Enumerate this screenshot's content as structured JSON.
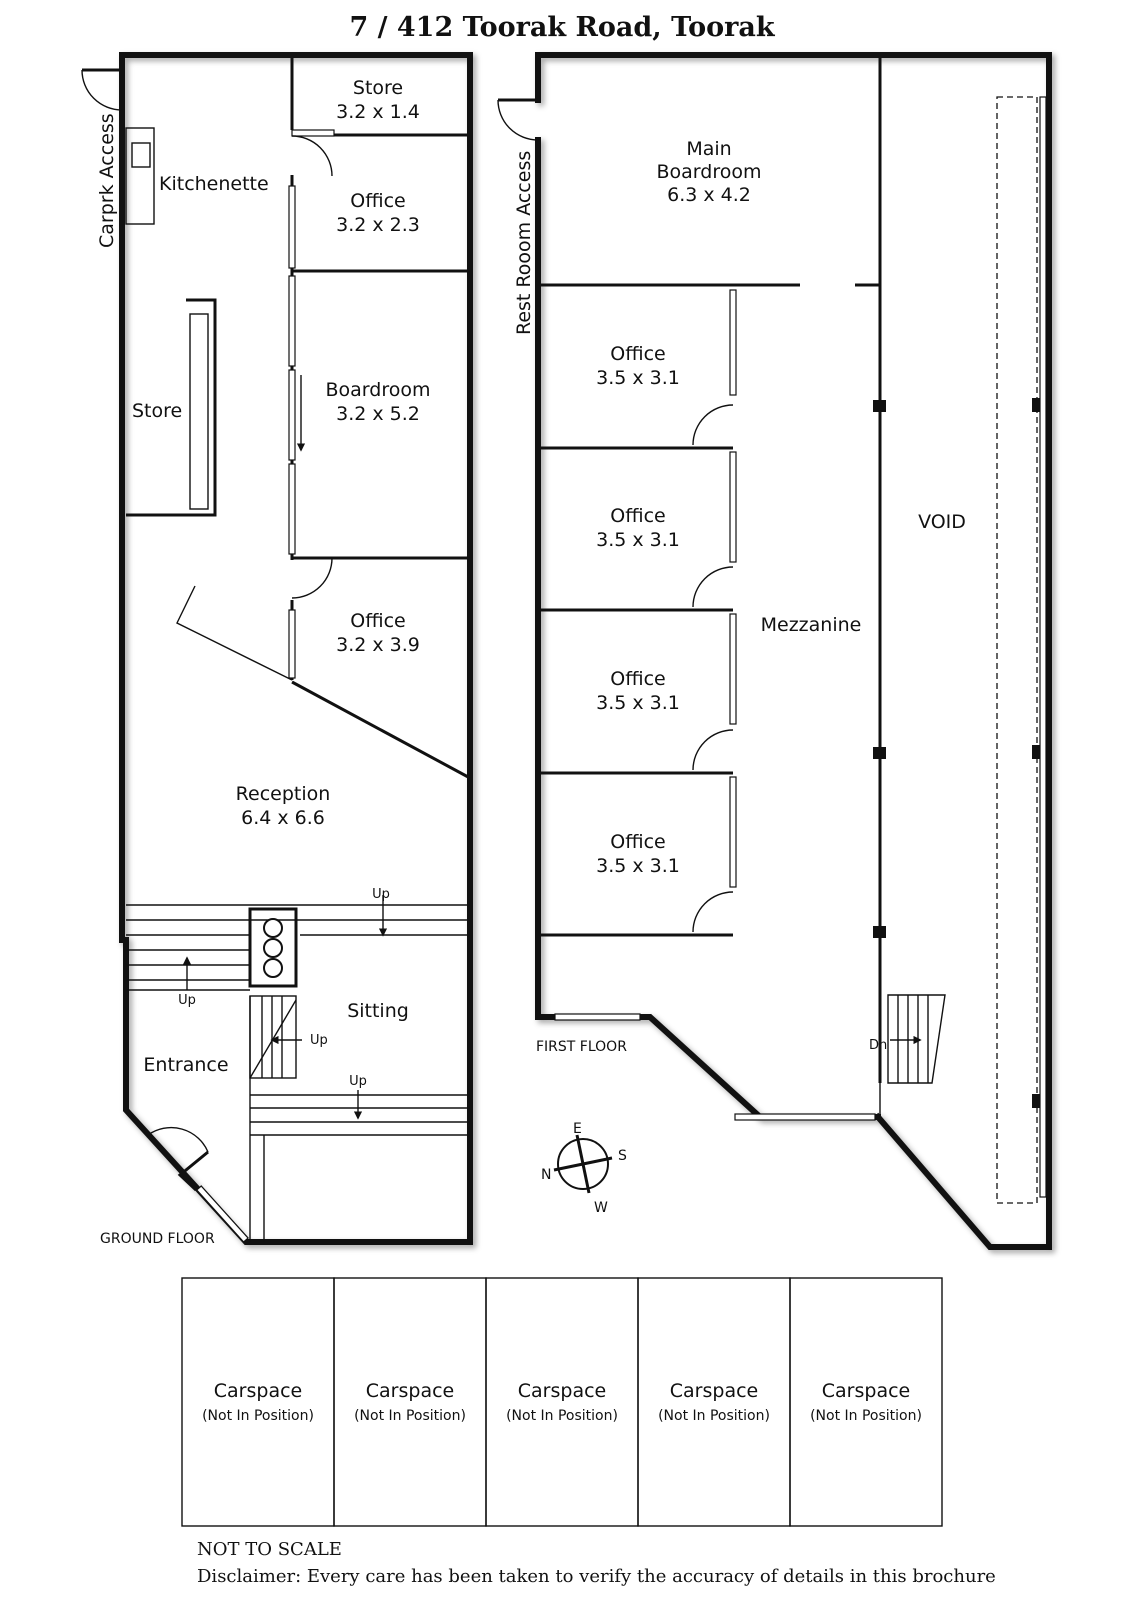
{
  "title": "7 / 412 Toorak Road, Toorak",
  "ground_floor": {
    "label": "GROUND FLOOR",
    "access": "Carprk Access",
    "rooms": {
      "store_small": {
        "name": "Store",
        "size": "3.2 x 1.4"
      },
      "kitchenette": {
        "name": "Kitchenette"
      },
      "office_1": {
        "name": "Office",
        "size": "3.2 x 2.3"
      },
      "store": {
        "name": "Store"
      },
      "boardroom": {
        "name": "Boardroom",
        "size": "3.2 x 5.2"
      },
      "office_2": {
        "name": "Office",
        "size": "3.2 x 3.9"
      },
      "reception": {
        "name": "Reception",
        "size": "6.4 x 6.6"
      },
      "sitting": {
        "name": "Sitting"
      },
      "entrance": {
        "name": "Entrance"
      }
    },
    "stair_labels": {
      "up": "Up"
    }
  },
  "first_floor": {
    "label": "FIRST FLOOR",
    "access": "Rest Rooom Access",
    "rooms": {
      "main_boardroom": {
        "line1": "Main",
        "line2": "Boardroom",
        "size": "6.3 x 4.2"
      },
      "offices": [
        {
          "name": "Office",
          "size": "3.5 x 3.1"
        },
        {
          "name": "Office",
          "size": "3.5 x 3.1"
        },
        {
          "name": "Office",
          "size": "3.5 x 3.1"
        },
        {
          "name": "Office",
          "size": "3.5 x 3.1"
        }
      ],
      "mezzanine": {
        "name": "Mezzanine"
      },
      "void": {
        "name": "VOID"
      }
    },
    "stair_labels": {
      "down": "Dn"
    }
  },
  "compass": {
    "e": "E",
    "s": "S",
    "w": "W",
    "n": "N"
  },
  "carspaces": [
    {
      "name": "Carspace",
      "note": "(Not In Position)"
    },
    {
      "name": "Carspace",
      "note": "(Not In Position)"
    },
    {
      "name": "Carspace",
      "note": "(Not In Position)"
    },
    {
      "name": "Carspace",
      "note": "(Not In Position)"
    },
    {
      "name": "Carspace",
      "note": "(Not In Position)"
    }
  ],
  "footer": {
    "scale": "NOT TO SCALE",
    "disclaimer": "Disclaimer: Every care has been taken to verify the accuracy of details in this brochure"
  }
}
